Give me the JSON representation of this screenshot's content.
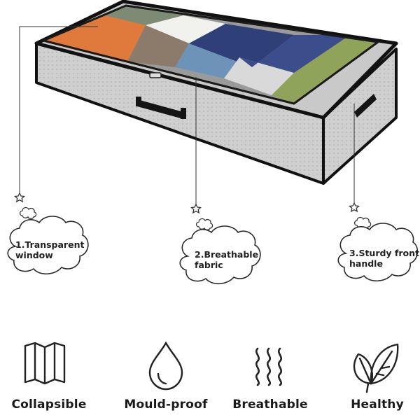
{
  "callouts": [
    {
      "line1": "1.Transparent",
      "line2": "window"
    },
    {
      "line1": "2.Breathable",
      "line2": "fabric"
    },
    {
      "line1": "3.Sturdy front",
      "line2": "handle"
    }
  ],
  "features": [
    {
      "label": "Collapsible",
      "icon": "folded-map-icon"
    },
    {
      "label": "Mould-proof",
      "icon": "water-drop-icon"
    },
    {
      "label": "Breathable",
      "icon": "air-waves-icon"
    },
    {
      "label": "Healthy",
      "icon": "leaves-icon"
    }
  ],
  "colors": {
    "bag_fabric": "#cfcfcf",
    "bag_trim": "#111111",
    "orange_item": "#e07a3c",
    "green_item": "#8fa35a",
    "blue_item": "#2f3f78"
  }
}
